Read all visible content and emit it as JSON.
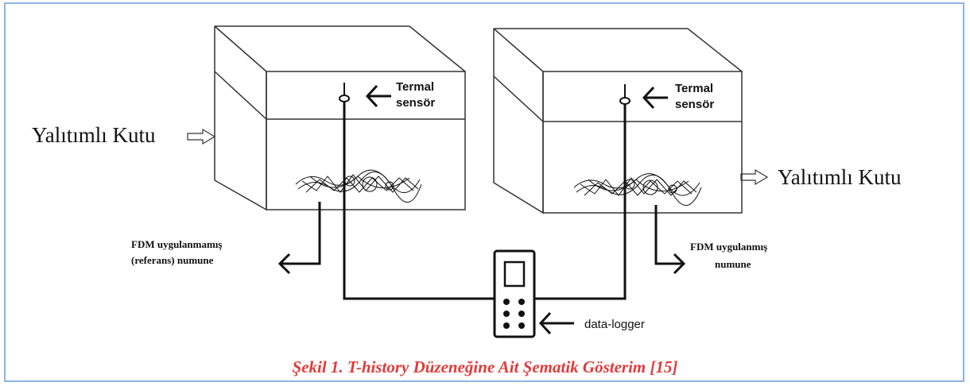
{
  "figure": {
    "left_box_label": "Yalıtımlı Kutu",
    "right_box_label": "Yalıtımlı Kutu",
    "left_sensor_line1": "Termal",
    "left_sensor_line2": "sensör",
    "right_sensor_line1": "Termal",
    "right_sensor_line2": "sensör",
    "reference_sample_line1": "FDM uygulanmamış",
    "reference_sample_line2": "(referans) numune",
    "treated_sample_line1": "FDM uygulanmış",
    "treated_sample_line2": "numune",
    "logger_label": "data-logger",
    "caption": "Şekil 1. T-history Düzeneğine Ait Şematik Gösterim [15]"
  },
  "colors": {
    "frame_border": "#8eb4e3",
    "caption": "#e23a3a",
    "line": "#111111"
  }
}
